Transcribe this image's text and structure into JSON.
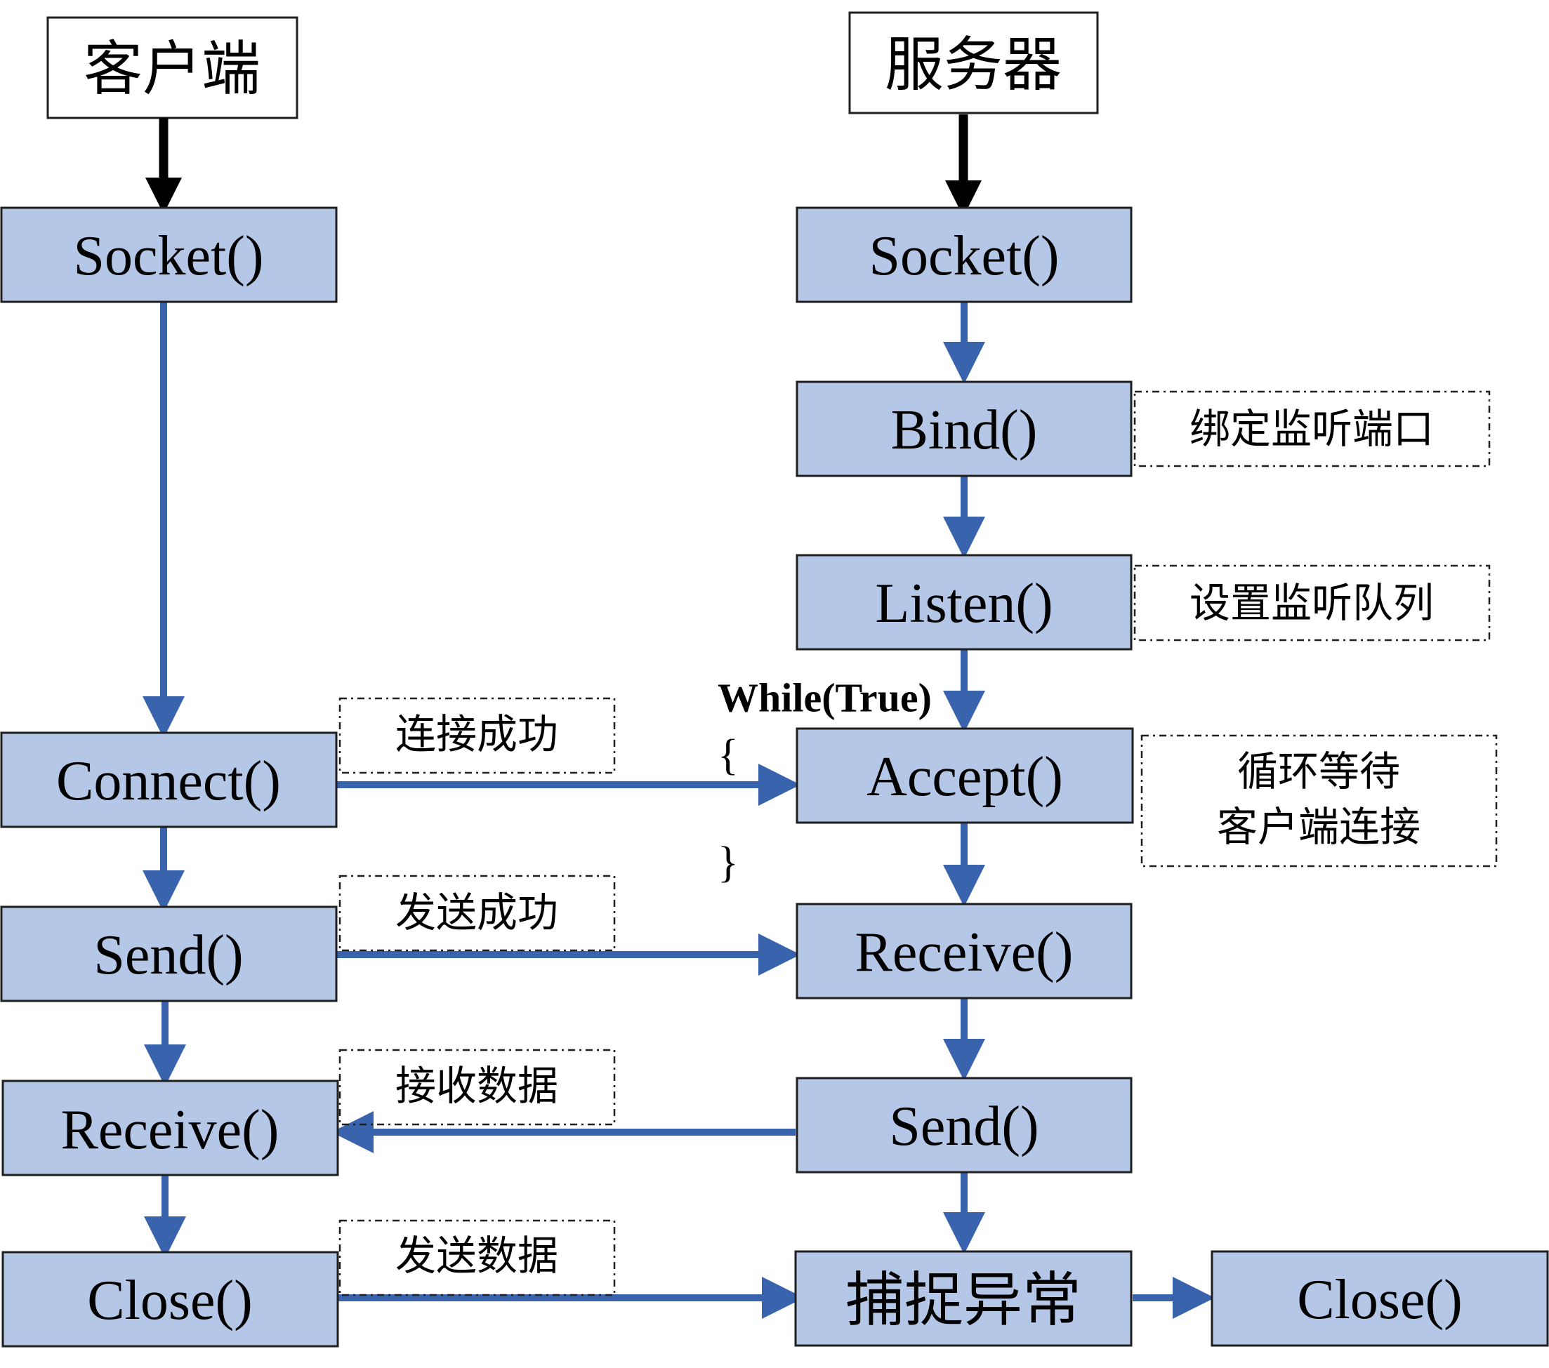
{
  "colors": {
    "box_fill": "#b4c7e7",
    "box_stroke": "#1f1f1f",
    "arrow_blue": "#3a63ad",
    "arrow_black": "#000000"
  },
  "client": {
    "title": "客户端",
    "socket": "Socket()",
    "connect": "Connect()",
    "send": "Send()",
    "receive": "Receive()",
    "close": "Close()"
  },
  "server": {
    "title": "服务器",
    "socket": "Socket()",
    "bind": "Bind()",
    "listen": "Listen()",
    "accept": "Accept()",
    "receive": "Receive()",
    "send": "Send()",
    "catch": "捕捉异常",
    "close": "Close()"
  },
  "notes": {
    "bind": "绑定监听端口",
    "listen": "设置监听队列",
    "accept_line1": "循环等待",
    "accept_line2": "客户端连接",
    "connect": "连接成功",
    "send": "发送成功",
    "receive": "接收数据",
    "close": "发送数据"
  },
  "loop": {
    "label": "While(True)",
    "open_brace": "{",
    "close_brace": "}"
  }
}
